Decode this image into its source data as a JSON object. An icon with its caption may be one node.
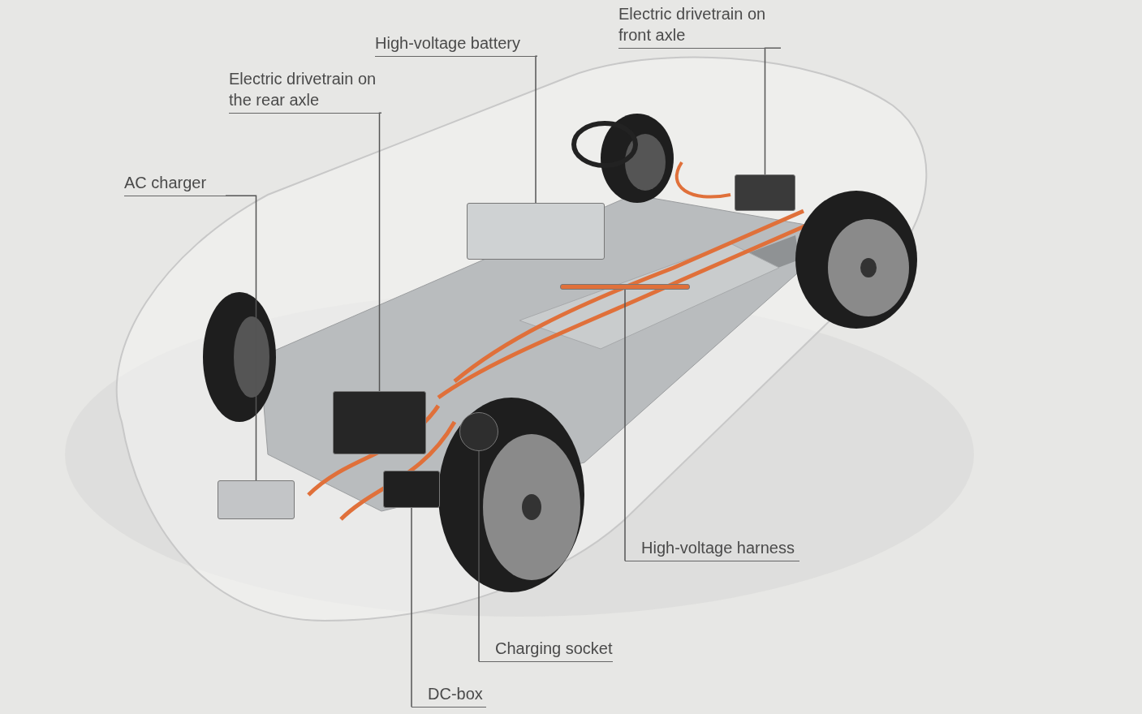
{
  "diagram": {
    "nodes": [
      {
        "text": [
          "Electric drivetrain on front axle"
        ]
      },
      {
        "text": [
          "High-voltage battery"
        ]
      },
      {
        "text": [
          "Electric drivetrain on the rear axle"
        ]
      },
      {
        "text": [
          "AC charger"
        ]
      },
      {
        "text": [
          "High-voltage harness"
        ]
      },
      {
        "text": [
          "Charging socket"
        ]
      },
      {
        "text": [
          "DC-box"
        ]
      },
      {
        "text": [],
        "shape": "box"
      },
      {
        "text": [],
        "shape": "box"
      },
      {
        "text": [],
        "shape": "box"
      },
      {
        "text": [],
        "shape": "box"
      },
      {
        "text": [],
        "shape": "bar"
      },
      {
        "text": [],
        "shape": "circle"
      },
      {
        "text": [],
        "shape": "box"
      }
    ],
    "edges": [
      {
        "from": 0,
        "to": 7,
        "arrow": "none"
      },
      {
        "from": 1,
        "to": 8,
        "arrow": "none"
      },
      {
        "from": 2,
        "to": 9,
        "arrow": "none"
      },
      {
        "from": 3,
        "to": 10,
        "arrow": "none"
      },
      {
        "from": 4,
        "to": 11,
        "arrow": "none"
      },
      {
        "from": 5,
        "to": 12,
        "arrow": "none"
      },
      {
        "from": 6,
        "to": 13,
        "arrow": "none"
      }
    ]
  }
}
